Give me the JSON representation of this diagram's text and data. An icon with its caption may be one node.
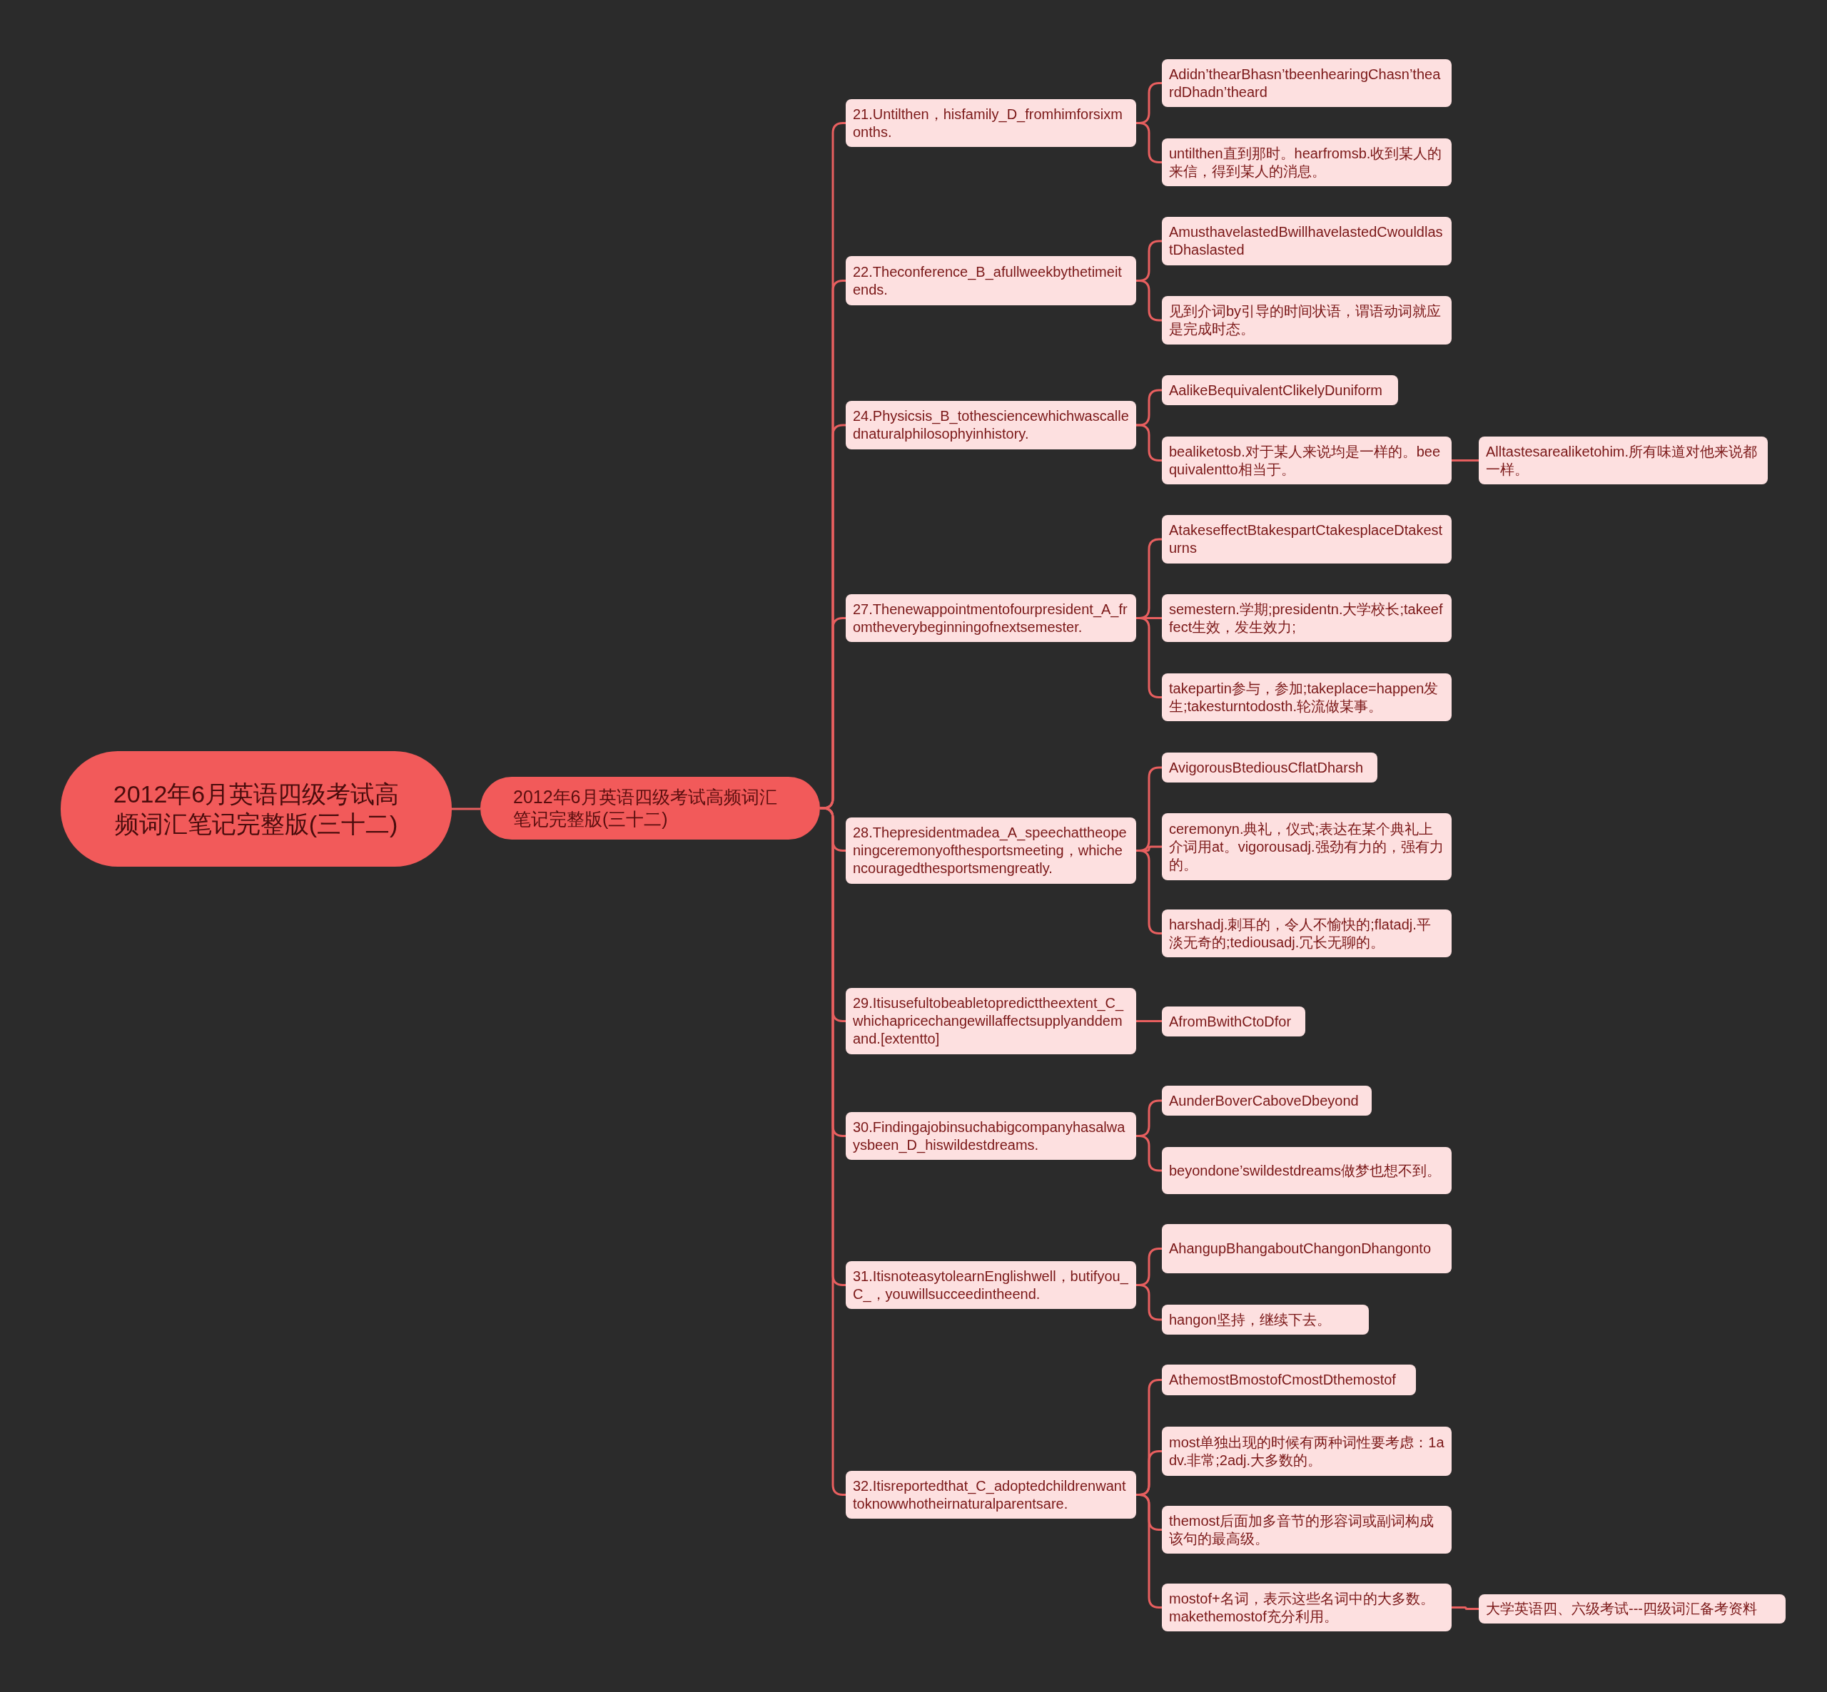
{
  "diagram": {
    "nodes": [
      {
        "text": [
          "2012年6月英语四级考试高频词汇笔记完整版(三十二)"
        ]
      },
      {
        "text": [
          "2012年6月英语四级考试高频词汇笔记完整版(三十二)"
        ]
      },
      {
        "text": [
          "21.Untilthen，hisfamily_D_fromhimforsixmonths."
        ]
      },
      {
        "text": [
          "Adidn’thearBhasn’tbeenhearingChasn’theardDhadn’theard"
        ]
      },
      {
        "text": [
          "untilthen直到那时。hearfromsb.收到某人的来信，得到某人的消息。"
        ]
      },
      {
        "text": [
          "22.Theconference_B_afullweekbythetimeitends."
        ]
      },
      {
        "text": [
          "AmusthavelastedBwillhavelastedCwouldlastDhaslasted"
        ]
      },
      {
        "text": [
          "见到介词by引导的时间状语，谓语动词就应是完成时态。"
        ]
      },
      {
        "text": [
          "24.Physicsis_B_tothesciencewhichwascallednaturalphilosophyinhistory."
        ]
      },
      {
        "text": [
          "AalikeBequivalentClikelyDuniform"
        ]
      },
      {
        "text": [
          "bealiketosb.对于某人来说均是一样的。beequivalentto相当于。"
        ]
      },
      {
        "text": [
          "Alltastesarealiketohim.所有味道对他来说都一样。"
        ]
      },
      {
        "text": [
          "27.Thenewappointmentofourpresident_A_fromtheverybeginningofnextsemester."
        ]
      },
      {
        "text": [
          "AtakeseffectBtakespartCtakesplaceDtakesturns"
        ]
      },
      {
        "text": [
          "semestern.学期;presidentn.大学校长;takeeffect生效，发生效力;"
        ]
      },
      {
        "text": [
          "takepartin参与，参加;takeplace=happen发生;takesturntodosth.轮流做某事。"
        ]
      },
      {
        "text": [
          "28.Thepresidentmadea_A_speechattheopeningceremonyofthesportsmeeting，whichencouragedthesportsmengreatly."
        ]
      },
      {
        "text": [
          "AvigorousBtediousCflatDharsh"
        ]
      },
      {
        "text": [
          "ceremonyn.典礼，仪式;表达在某个典礼上介词用at。vigorousadj.强劲有力的，强有力的。"
        ]
      },
      {
        "text": [
          "harshadj.刺耳的，令人不愉快的;flatadj.平淡无奇的;tediousadj.冗长无聊的。"
        ]
      },
      {
        "text": [
          "29.Itisusefultobeabletopredicttheextent_C_whichapricechangewillaffectsupplyanddemand.[extentto]"
        ]
      },
      {
        "text": [
          "AfromBwithCtoDfor"
        ]
      },
      {
        "text": [
          "30.Findingajobinsuchabigcompanyhasalwaysbeen_D_hiswildestdreams."
        ]
      },
      {
        "text": [
          "AunderBoverCaboveDbeyond"
        ]
      },
      {
        "text": [
          "beyondone’swildestdreams做梦也想不到。"
        ]
      },
      {
        "text": [
          "31.ItisnoteasytolearnEnglishwell，butifyou_C_，youwillsucceedintheend."
        ]
      },
      {
        "text": [
          "AhangupBhangaboutChangonDhangonto"
        ]
      },
      {
        "text": [
          "hangon坚持，继续下去。"
        ]
      },
      {
        "text": [
          "32.Itisreportedthat_C_adoptedchildrenwanttoknowwhotheirnaturalparentsare."
        ]
      },
      {
        "text": [
          "AthemostBmostofCmostDthemostof"
        ]
      },
      {
        "text": [
          "most单独出现的时候有两种词性要考虑：1adv.非常;2adj.大多数的。"
        ]
      },
      {
        "text": [
          "themost后面加多音节的形容词或副词构成该句的最高级。"
        ]
      },
      {
        "text": [
          "mostof+名词，表示这些名词中的大多数。makethemostof充分利用。"
        ]
      },
      {
        "text": [
          "大学英语四、六级考试---四级词汇备考资料"
        ]
      }
    ],
    "edges": [
      {
        "from": 0,
        "to": 1,
        "arrow": "none"
      },
      {
        "from": 1,
        "to": 2,
        "arrow": "none"
      },
      {
        "from": 2,
        "to": 3,
        "arrow": "none"
      },
      {
        "from": 2,
        "to": 4,
        "arrow": "none"
      },
      {
        "from": 1,
        "to": 5,
        "arrow": "none"
      },
      {
        "from": 5,
        "to": 6,
        "arrow": "none"
      },
      {
        "from": 5,
        "to": 7,
        "arrow": "none"
      },
      {
        "from": 1,
        "to": 8,
        "arrow": "none"
      },
      {
        "from": 8,
        "to": 9,
        "arrow": "none"
      },
      {
        "from": 8,
        "to": 10,
        "arrow": "none"
      },
      {
        "from": 10,
        "to": 11,
        "arrow": "none"
      },
      {
        "from": 1,
        "to": 12,
        "arrow": "none"
      },
      {
        "from": 12,
        "to": 13,
        "arrow": "none"
      },
      {
        "from": 12,
        "to": 14,
        "arrow": "none"
      },
      {
        "from": 12,
        "to": 15,
        "arrow": "none"
      },
      {
        "from": 1,
        "to": 16,
        "arrow": "none"
      },
      {
        "from": 16,
        "to": 17,
        "arrow": "none"
      },
      {
        "from": 16,
        "to": 18,
        "arrow": "none"
      },
      {
        "from": 16,
        "to": 19,
        "arrow": "none"
      },
      {
        "from": 1,
        "to": 20,
        "arrow": "none"
      },
      {
        "from": 20,
        "to": 21,
        "arrow": "none"
      },
      {
        "from": 1,
        "to": 22,
        "arrow": "none"
      },
      {
        "from": 22,
        "to": 23,
        "arrow": "none"
      },
      {
        "from": 22,
        "to": 24,
        "arrow": "none"
      },
      {
        "from": 1,
        "to": 25,
        "arrow": "none"
      },
      {
        "from": 25,
        "to": 26,
        "arrow": "none"
      },
      {
        "from": 25,
        "to": 27,
        "arrow": "none"
      },
      {
        "from": 1,
        "to": 28,
        "arrow": "none"
      },
      {
        "from": 28,
        "to": 29,
        "arrow": "none"
      },
      {
        "from": 28,
        "to": 30,
        "arrow": "none"
      },
      {
        "from": 28,
        "to": 31,
        "arrow": "none"
      },
      {
        "from": 28,
        "to": 32,
        "arrow": "none"
      },
      {
        "from": 32,
        "to": 33,
        "arrow": "none"
      }
    ]
  }
}
